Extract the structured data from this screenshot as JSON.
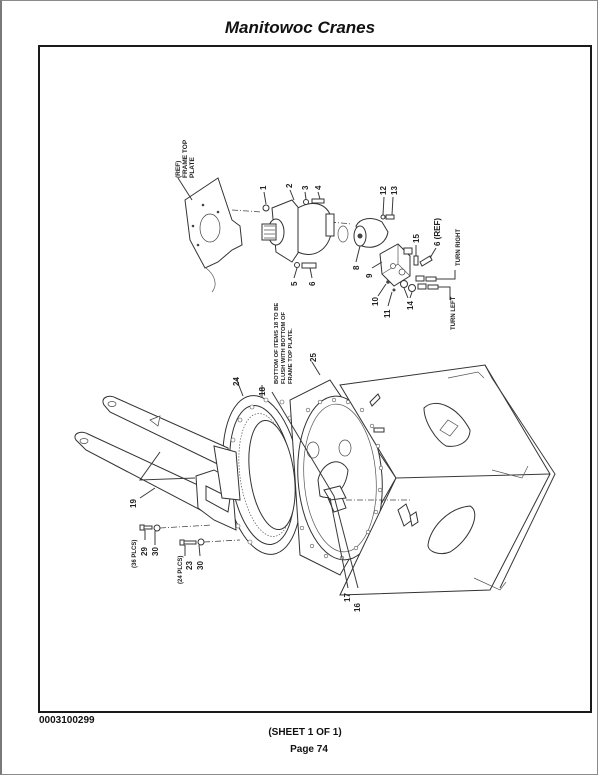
{
  "header": {
    "title": "Manitowoc Cranes"
  },
  "footer": {
    "document_number": "0003100299",
    "sheet": "(SHEET 1 OF 1)",
    "page": "Page 74"
  },
  "diagram": {
    "callouts": {
      "c1": "1",
      "c2": "2",
      "c3": "3",
      "c4": "4",
      "c5": "5",
      "c6": "6",
      "c6ref": "6 (REF)",
      "c8": "8",
      "c9": "9",
      "c10": "10",
      "c11": "11",
      "c12": "12",
      "c13": "13",
      "c14": "14",
      "c15": "15",
      "c16": "16",
      "c17": "17",
      "c18": "18",
      "c19": "19",
      "c23": "23",
      "c24": "24",
      "c25": "25",
      "c29": "29",
      "c30a": "30",
      "c30b": "30"
    },
    "notes": {
      "frame_top_plate_1": "(REF)",
      "frame_top_plate_2": "FRAME TOP",
      "frame_top_plate_3": "PLATE",
      "turn_right": "TURN RIGHT",
      "turn_left": "TURN LEFT",
      "flush_note_1": "BOTTOM OF ITEMS 18 TO BE",
      "flush_note_2": "FLUSH WITH BOTTOM OF",
      "flush_note_3": "FRAME TOP PLATE.",
      "plcs_36": "(36 PLCS)",
      "plcs_24": "(24 PLCS)"
    }
  }
}
